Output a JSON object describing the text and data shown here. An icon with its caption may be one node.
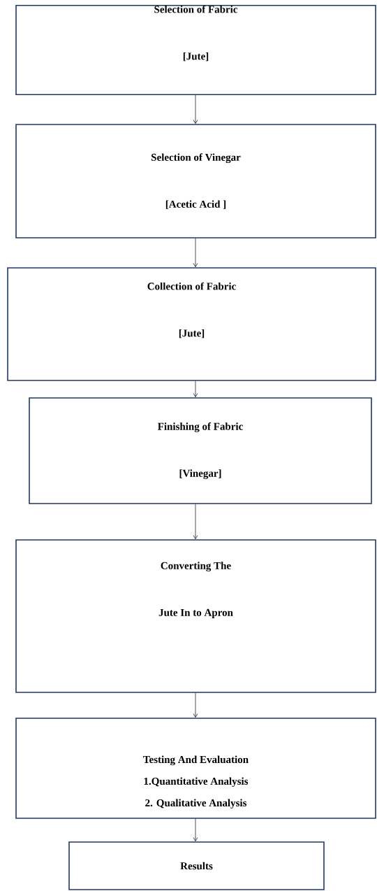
{
  "diagram": {
    "nodes": [
      {
        "text": [
          "Selection of Fabric",
          "[Jute]"
        ]
      },
      {
        "text": [
          "Selection of Vinegar",
          "[Acetic Acid ]"
        ]
      },
      {
        "text": [
          "Collection of Fabric",
          "[Jute]"
        ]
      },
      {
        "text": [
          "Finishing of Fabric",
          "[Vinegar]"
        ]
      },
      {
        "text": [
          "Converting The",
          "Jute In to Apron"
        ]
      },
      {
        "text": [
          "Testing And Evaluation",
          "1.Quantitative Analysis",
          "2. Qualitative Analysis"
        ]
      },
      {
        "text": [
          "Results"
        ]
      }
    ],
    "edges": [
      {
        "from": 0,
        "to": 1,
        "arrow": "to"
      },
      {
        "from": 1,
        "to": 2,
        "arrow": "to"
      },
      {
        "from": 2,
        "to": 3,
        "arrow": "to"
      },
      {
        "from": 3,
        "to": 4,
        "arrow": "to"
      },
      {
        "from": 4,
        "to": 5,
        "arrow": "to"
      },
      {
        "from": 5,
        "to": 6,
        "arrow": "to"
      }
    ]
  }
}
